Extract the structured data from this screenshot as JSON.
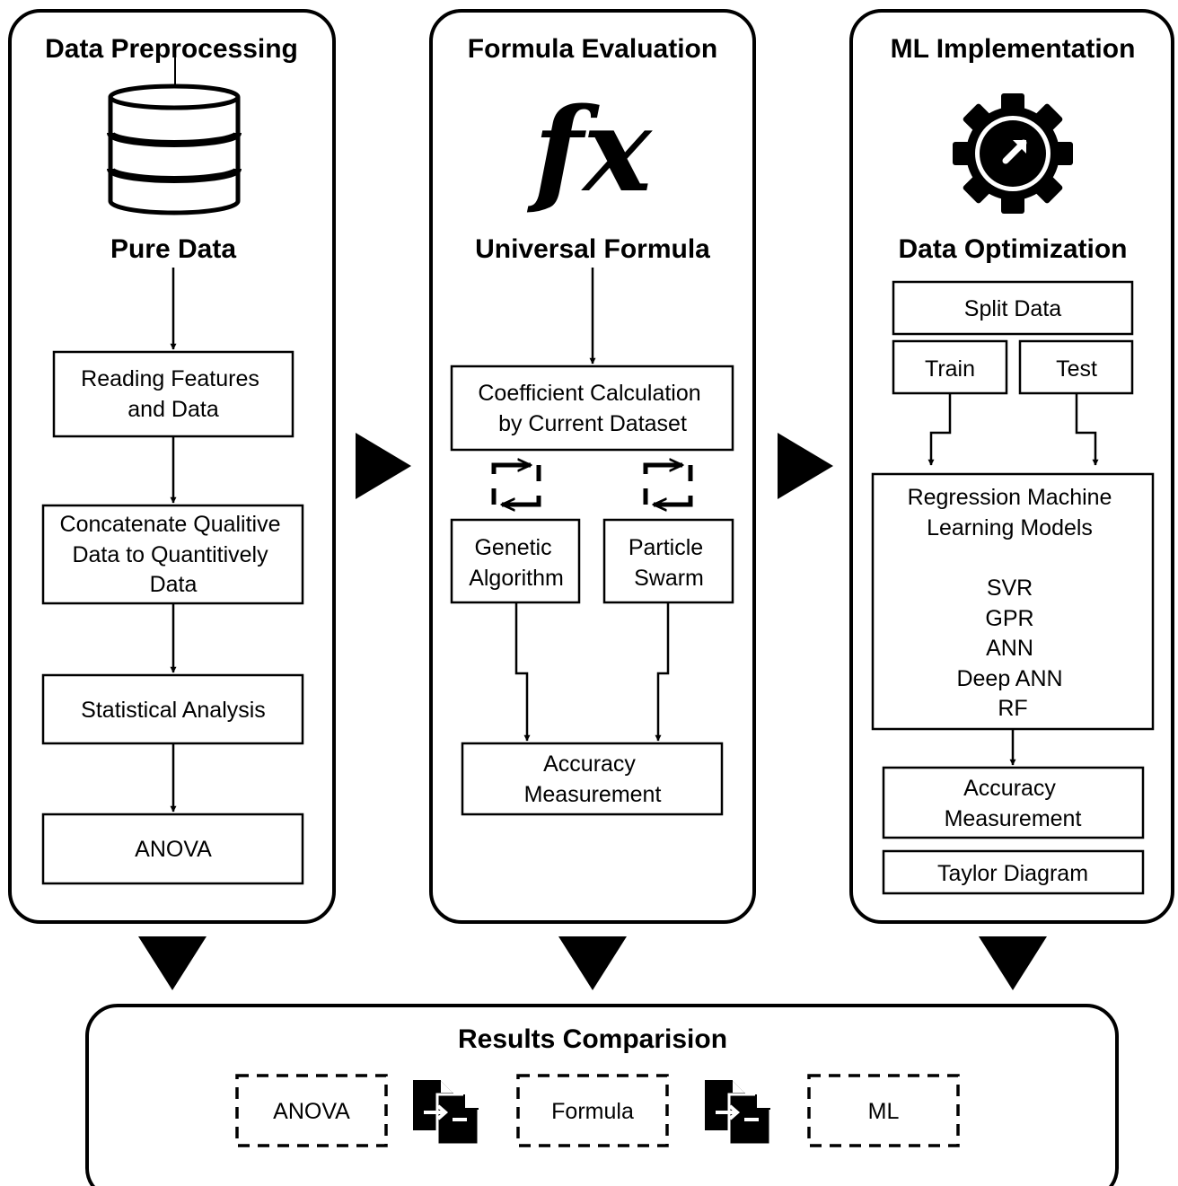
{
  "panels": {
    "preprocessing": {
      "title": "Data Preprocessing",
      "subtitle": "Pure Data",
      "icon": "database-icon",
      "steps": {
        "reading": [
          "Reading Features",
          "and Data"
        ],
        "concatenate": [
          "Concatenate Qualitive",
          "Data to Quantitively",
          "Data"
        ],
        "statistical": [
          "Statistical Analysis"
        ],
        "anova": [
          "ANOVA"
        ]
      }
    },
    "formula": {
      "title": "Formula Evaluation",
      "subtitle": "Universal Formula",
      "icon_text": "fx",
      "steps": {
        "coefficient": [
          "Coefficient Calculation",
          "by Current Dataset"
        ],
        "genetic": [
          "Genetic",
          "Algorithm"
        ],
        "particle": [
          "Particle",
          "Swarm"
        ],
        "accuracy": [
          "Accuracy",
          "Measurement"
        ]
      }
    },
    "ml": {
      "title": "ML Implementation",
      "subtitle": "Data Optimization",
      "icon": "gear-gauge-icon",
      "steps": {
        "split": [
          "Split Data"
        ],
        "train": [
          "Train"
        ],
        "test": [
          "Test"
        ],
        "regression": [
          "Regression Machine",
          "Learning Models",
          "",
          "SVR",
          "GPR",
          "ANN",
          "Deep ANN",
          "RF"
        ],
        "accuracy": [
          "Accuracy",
          "Measurement"
        ],
        "taylor": [
          "Taylor Diagram"
        ]
      }
    }
  },
  "results": {
    "title": "Results Comparision",
    "items": [
      "ANOVA",
      "Formula",
      "ML"
    ]
  }
}
